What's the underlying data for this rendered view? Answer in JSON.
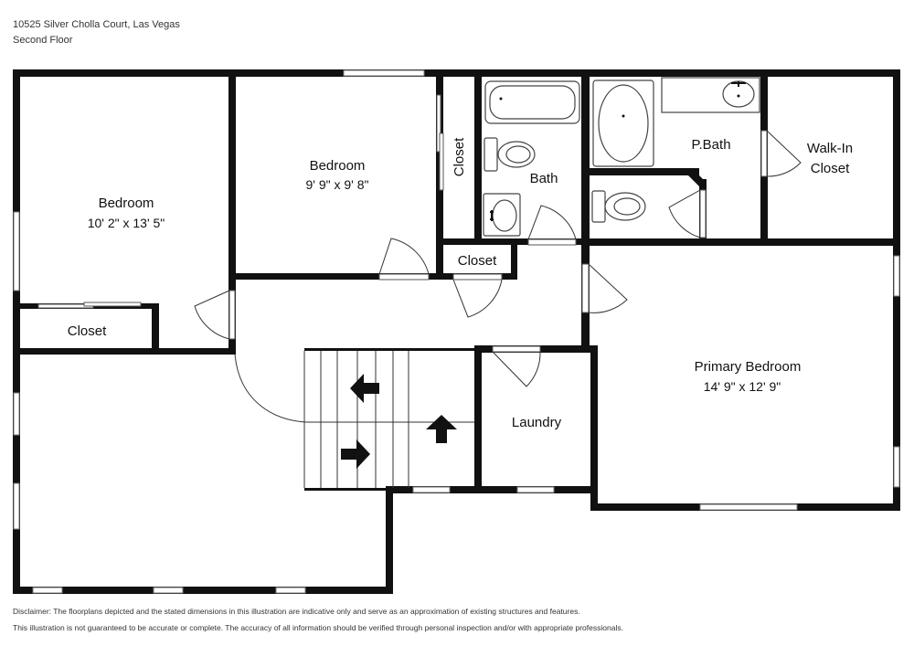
{
  "header": {
    "address": "10525 Silver Cholla Court, Las Vegas",
    "floor": "Second Floor"
  },
  "rooms": {
    "bedroom_left": {
      "name": "Bedroom",
      "dims": "10' 2\" x 13' 5\""
    },
    "bedroom_mid": {
      "name": "Bedroom",
      "dims": "9' 9\" x 9' 8\""
    },
    "closet_vertical": {
      "name": "Closet"
    },
    "bath": {
      "name": "Bath"
    },
    "pbath": {
      "name": "P.Bath"
    },
    "walkin": {
      "name": "Walk-In",
      "name2": "Closet"
    },
    "closet_hall": {
      "name": "Closet"
    },
    "closet_left": {
      "name": "Closet"
    },
    "primary": {
      "name": "Primary Bedroom",
      "dims": "14' 9\" x 12' 9\""
    },
    "laundry": {
      "name": "Laundry"
    }
  },
  "disclaimer": {
    "line1": "Disclaimer: The floorplans depicted and the stated dimensions in this illustration are indicative only and serve as an approximation of existing structures and features.",
    "line2": "This illustration is not guaranteed to be accurate or complete. The accuracy of all information should be verified through personal inspection and/or with appropriate professionals."
  }
}
